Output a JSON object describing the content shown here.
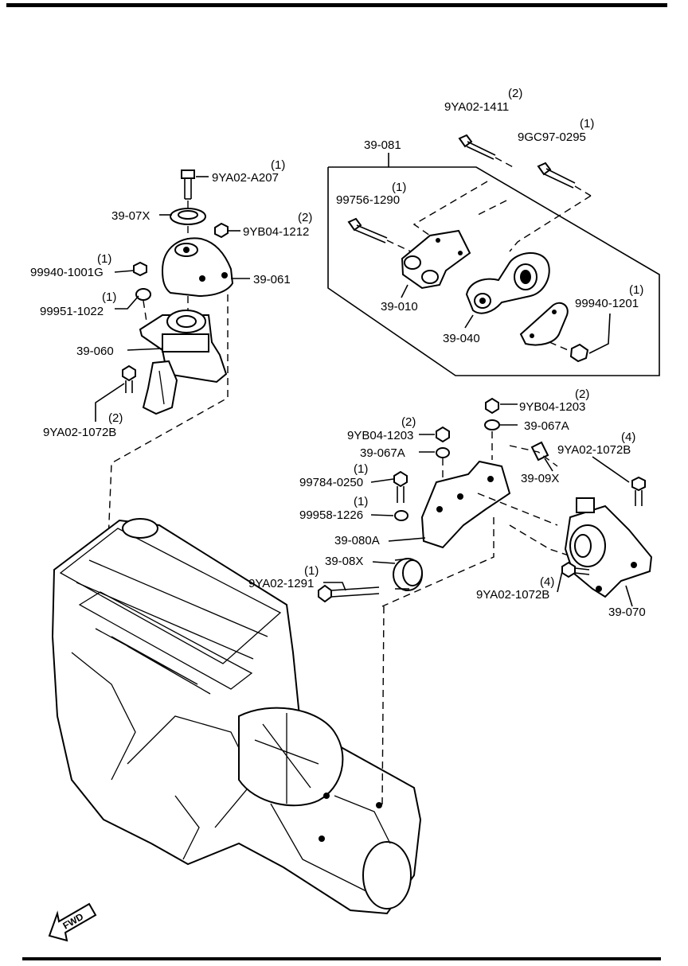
{
  "title": "",
  "callouts": [
    {
      "id": "c1",
      "code": "9YA02-1411",
      "qty": "(2)"
    },
    {
      "id": "c2",
      "code": "9GC97-0295",
      "qty": "(1)"
    },
    {
      "id": "c3",
      "code": "39-081",
      "qty": ""
    },
    {
      "id": "c4",
      "code": "99756-1290",
      "qty": "(1)"
    },
    {
      "id": "c5",
      "code": "9YA02-A207",
      "qty": "(1)"
    },
    {
      "id": "c6",
      "code": "39-07X",
      "qty": ""
    },
    {
      "id": "c7",
      "code": "9YB04-1212",
      "qty": "(2)"
    },
    {
      "id": "c8",
      "code": "99940-1001G",
      "qty": "(1)"
    },
    {
      "id": "c9",
      "code": "39-061",
      "qty": ""
    },
    {
      "id": "c10",
      "code": "99951-1022",
      "qty": "(1)"
    },
    {
      "id": "c11",
      "code": "39-060",
      "qty": ""
    },
    {
      "id": "c12",
      "code": "9YA02-1072B",
      "qty": "(2)"
    },
    {
      "id": "c13",
      "code": "39-010",
      "qty": ""
    },
    {
      "id": "c14",
      "code": "39-040",
      "qty": ""
    },
    {
      "id": "c15",
      "code": "99940-1201",
      "qty": "(1)"
    },
    {
      "id": "c16",
      "code": "9YB04-1203",
      "qty": "(2)"
    },
    {
      "id": "c17",
      "code": "39-067A",
      "qty": ""
    },
    {
      "id": "c18",
      "code": "9YB04-1203",
      "qty": "(2)"
    },
    {
      "id": "c19",
      "code": "39-067A",
      "qty": ""
    },
    {
      "id": "c20",
      "code": "9YA02-1072B",
      "qty": "(4)"
    },
    {
      "id": "c21",
      "code": "39-09X",
      "qty": ""
    },
    {
      "id": "c22",
      "code": "99784-0250",
      "qty": "(1)"
    },
    {
      "id": "c23",
      "code": "99958-1226",
      "qty": "(1)"
    },
    {
      "id": "c24",
      "code": "39-080A",
      "qty": ""
    },
    {
      "id": "c25",
      "code": "39-08X",
      "qty": ""
    },
    {
      "id": "c26",
      "code": "9YA02-1291",
      "qty": "(1)"
    },
    {
      "id": "c27",
      "code": "9YA02-1072B",
      "qty": "(4)"
    },
    {
      "id": "c28",
      "code": "39-070",
      "qty": ""
    }
  ],
  "direction_arrow": {
    "label": "FWD",
    "icon": "fwd-arrow-icon"
  },
  "colors": {
    "ink": "#000000",
    "paper": "#ffffff"
  }
}
